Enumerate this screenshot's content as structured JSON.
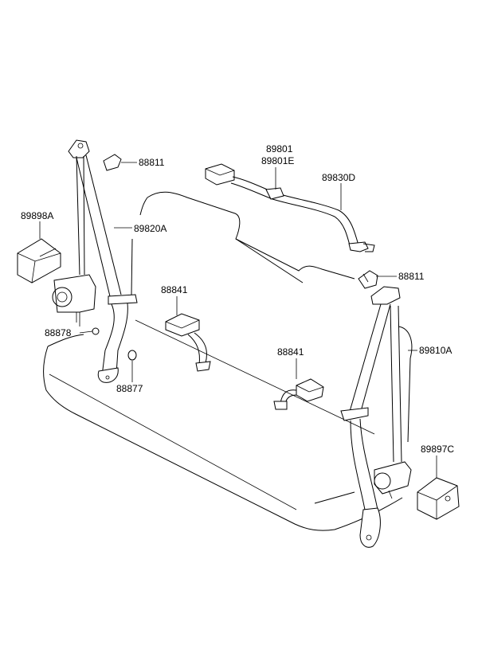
{
  "labels": {
    "p88811_left": "88811",
    "p89898A": "89898A",
    "p89820A": "89820A",
    "p88878": "88878",
    "p88877": "88877",
    "p88841_left": "88841",
    "p89801": "89801",
    "p89801E": "89801E",
    "p89830D": "89830D",
    "p88811_right": "88811",
    "p88841_right": "88841",
    "p89810A": "89810A",
    "p89897C": "89897C"
  },
  "colors": {
    "line": "#000000",
    "background": "#ffffff"
  }
}
